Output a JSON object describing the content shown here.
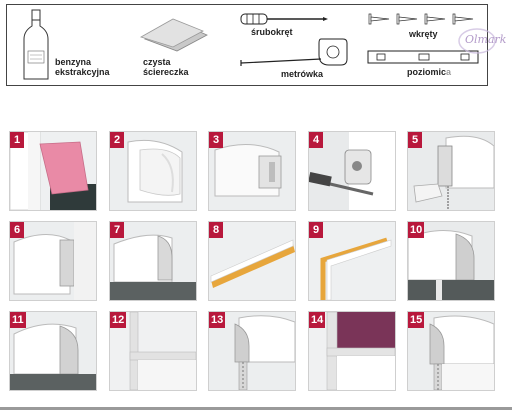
{
  "tools": {
    "benzyna_line1": "benzyna",
    "benzyna_line2": "ekstrakcyjna",
    "czysta_line1": "czysta",
    "czysta_line2": "ściereczka",
    "srubokret": "śrubokręt",
    "metrowka": "metrówka",
    "wkrety": "wkręty",
    "poziomica_main": "poziomic",
    "poziomica_last": "a"
  },
  "logo_text": "Olmark",
  "steps": [
    {
      "num": "1"
    },
    {
      "num": "2"
    },
    {
      "num": "3"
    },
    {
      "num": "4"
    },
    {
      "num": "5"
    },
    {
      "num": "6"
    },
    {
      "num": "7"
    },
    {
      "num": "8"
    },
    {
      "num": "9"
    },
    {
      "num": "10"
    },
    {
      "num": "11"
    },
    {
      "num": "12"
    },
    {
      "num": "13"
    },
    {
      "num": "14"
    },
    {
      "num": "15"
    }
  ],
  "colors": {
    "badge": "#b8183c",
    "pink_cloth": "#e98aa6",
    "tape": "#e7a63c",
    "fabric": "#7a3458"
  }
}
